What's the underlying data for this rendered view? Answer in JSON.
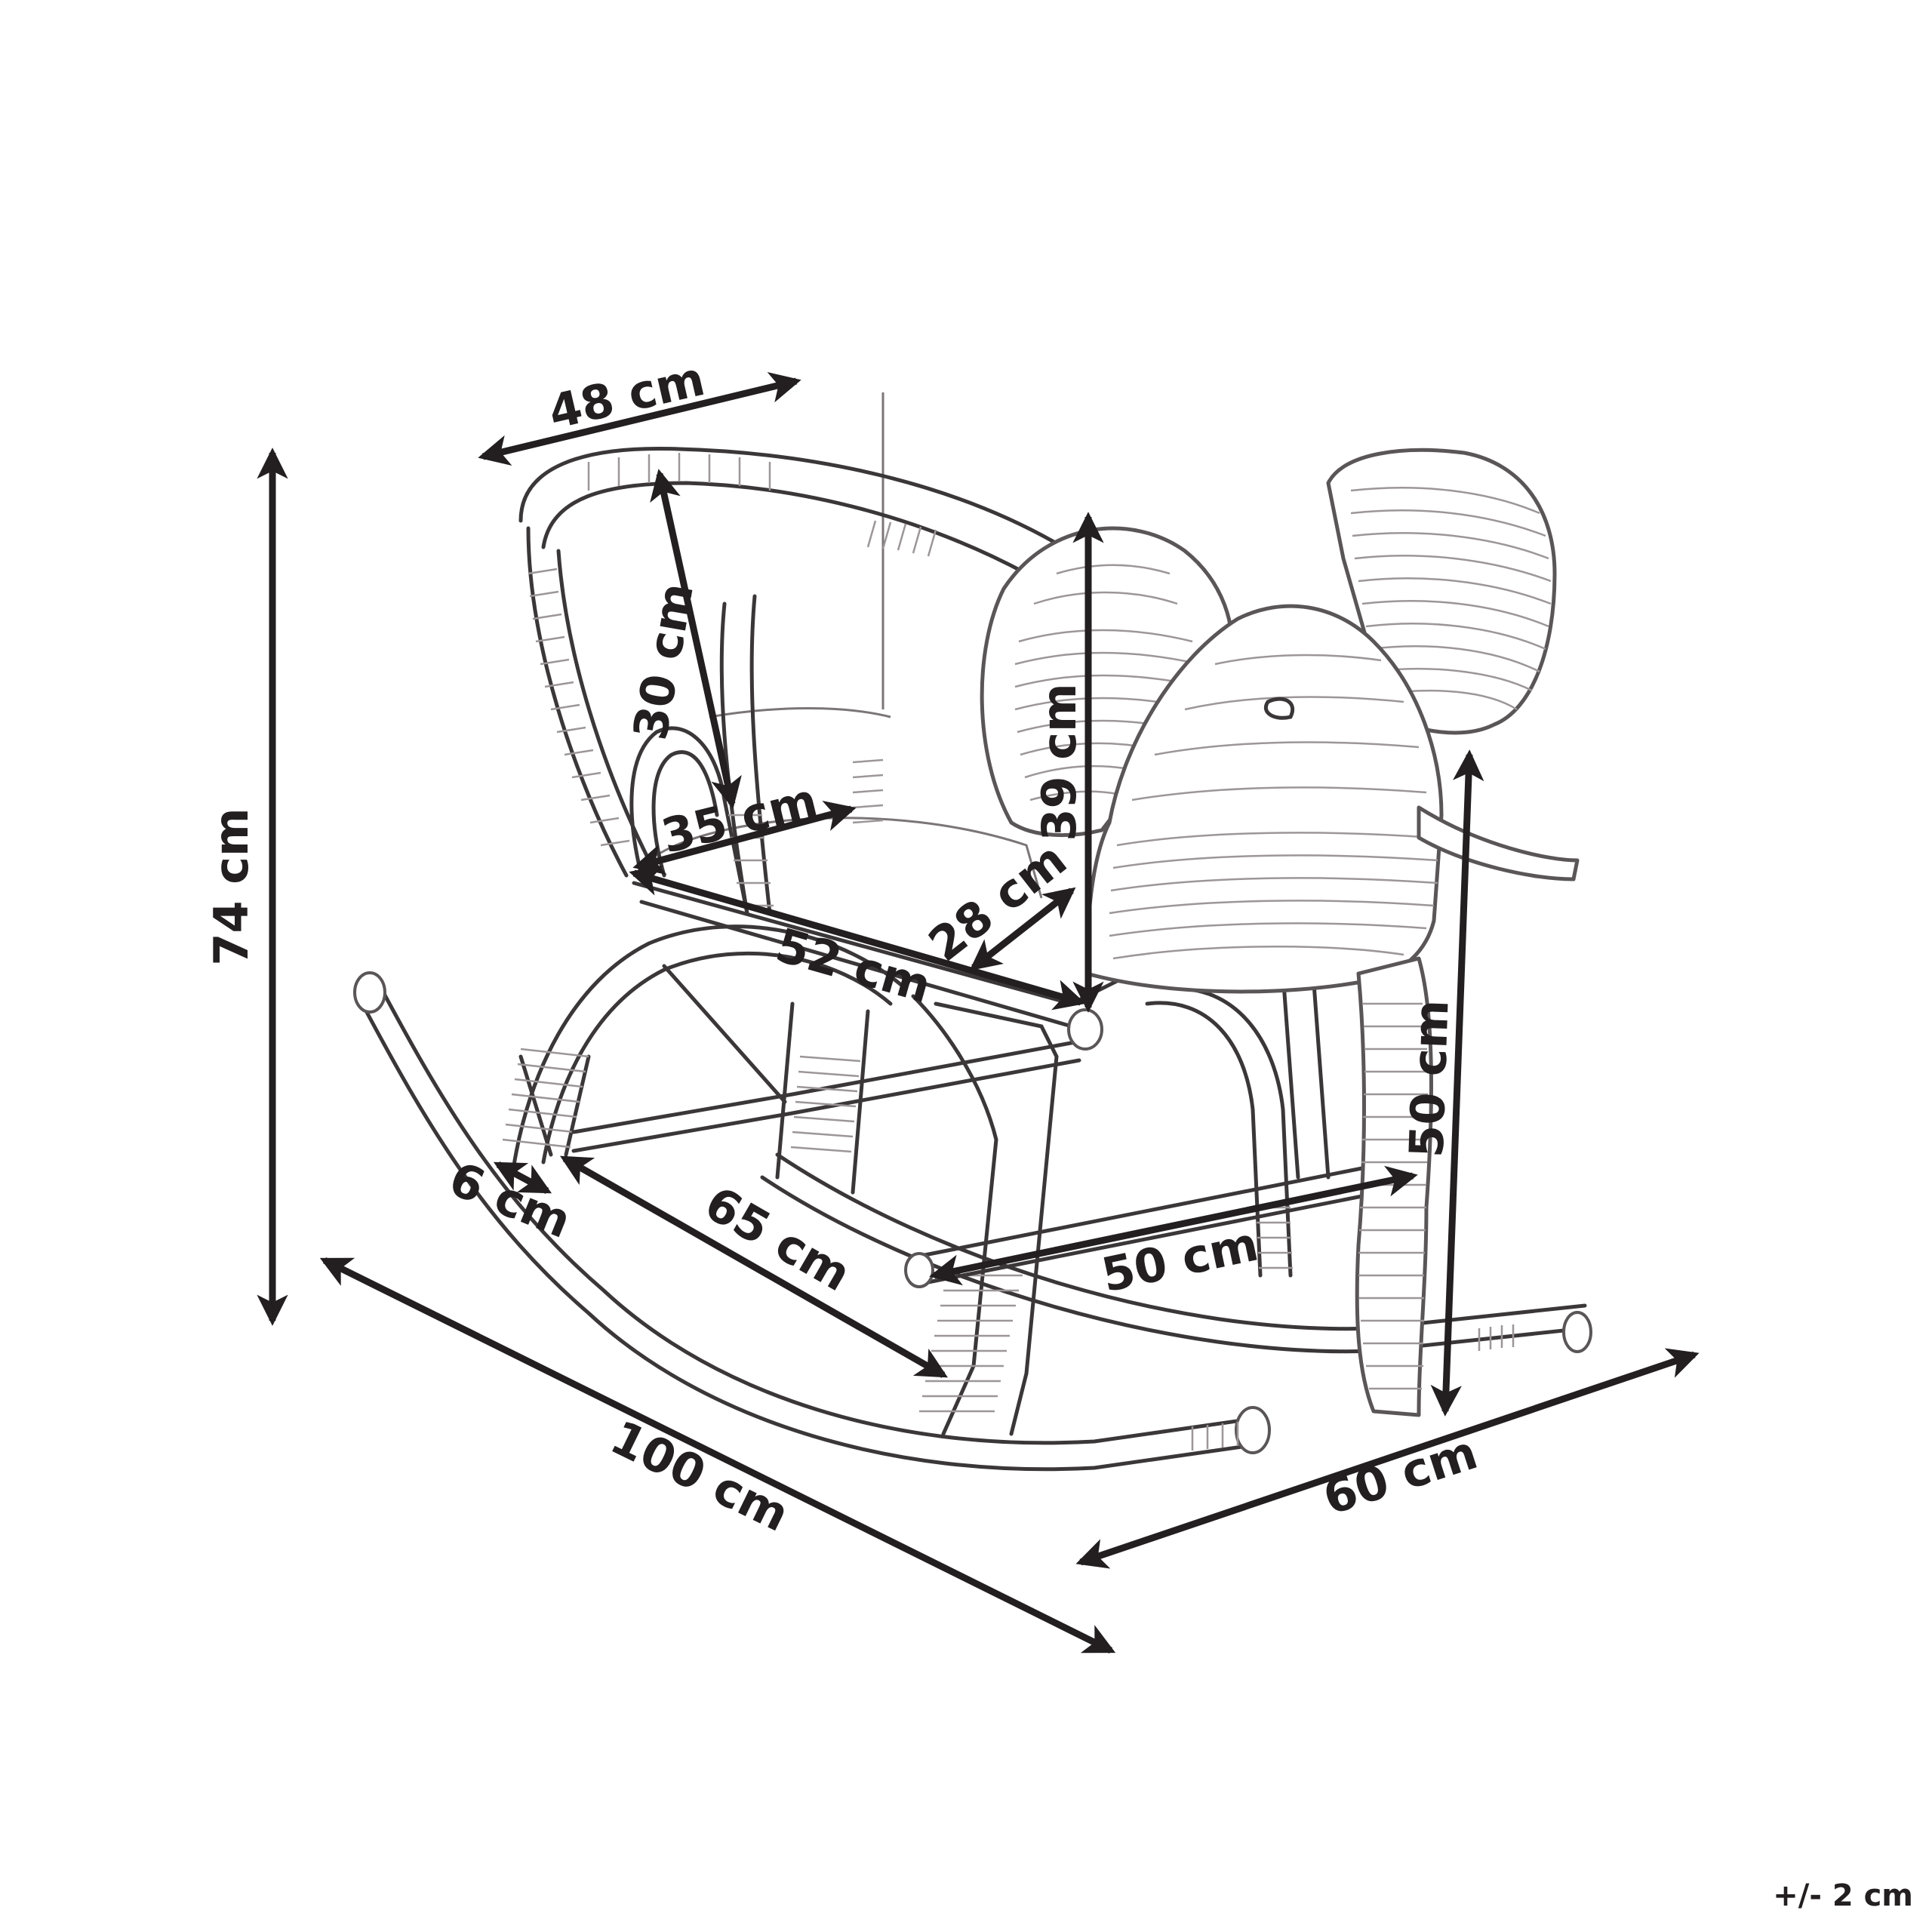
{
  "tolerance": "+/- 2 cm",
  "dimensions": {
    "total_height": "74 cm",
    "backrest_width": "48 cm",
    "backrest_height": "30 cm",
    "seat_depth": "35 cm",
    "head_height": "39 cm",
    "seat_width": "52 cm",
    "armrest_height": "28 cm",
    "runner_width": "6 cm",
    "leg_span": "65 cm",
    "footrest_length": "50 cm",
    "trunk_height": "50 cm",
    "total_length": "100 cm",
    "total_width": "60 cm"
  },
  "colors": {
    "ink": "#231f20",
    "line": "#5a5557"
  }
}
